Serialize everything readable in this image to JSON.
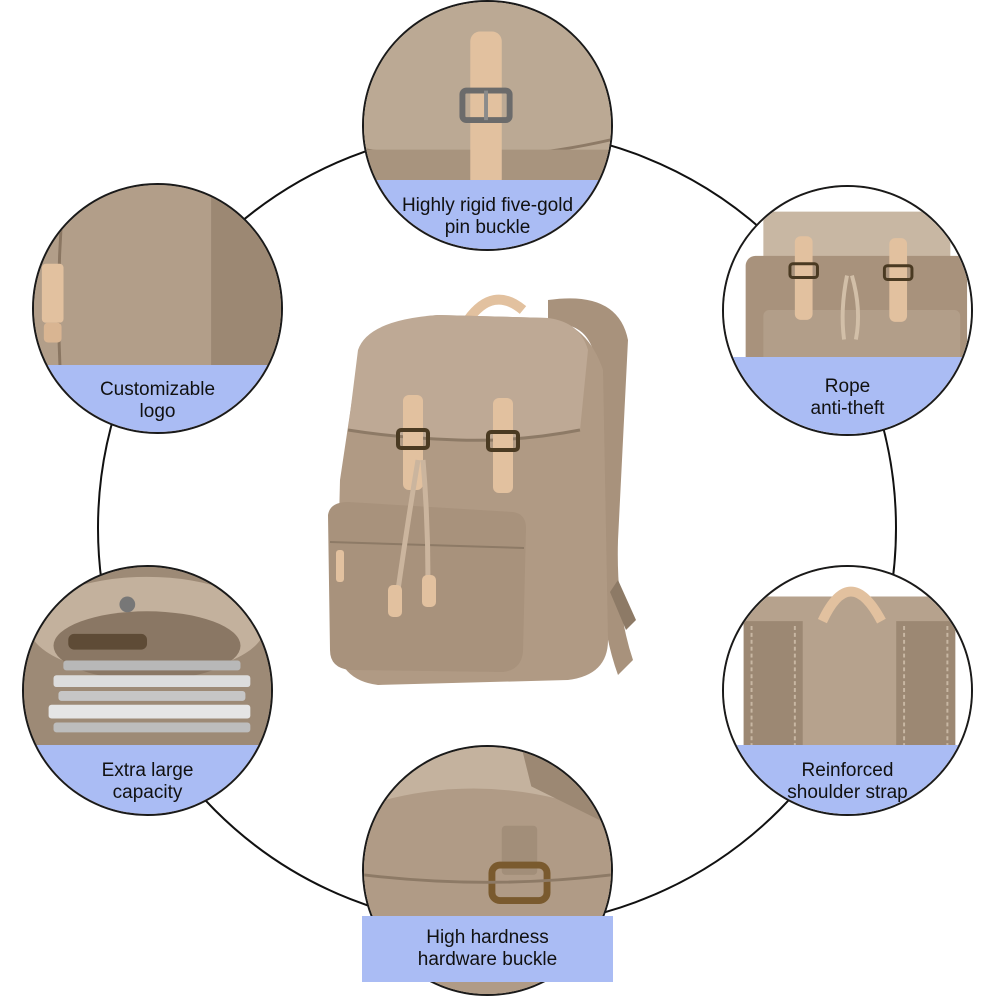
{
  "features": [
    {
      "id": "buckle",
      "caption": "Highly rigid five-gold\npin buckle"
    },
    {
      "id": "logo",
      "caption": "Customizable\nlogo"
    },
    {
      "id": "rope",
      "caption": "Rope\nanti-theft"
    },
    {
      "id": "capacity",
      "caption": "Extra large\ncapacity"
    },
    {
      "id": "strap",
      "caption": "Reinforced\nshoulder strap"
    },
    {
      "id": "hardware",
      "caption": "High hardness\nhardware buckle"
    }
  ],
  "colors": {
    "canvas": "#b7a491",
    "canvas_dark": "#8d7a66",
    "leather": "#e2c19f",
    "brass": "#7a5a2e",
    "caption_bg": "#aabcf4",
    "ring": "#111111"
  }
}
